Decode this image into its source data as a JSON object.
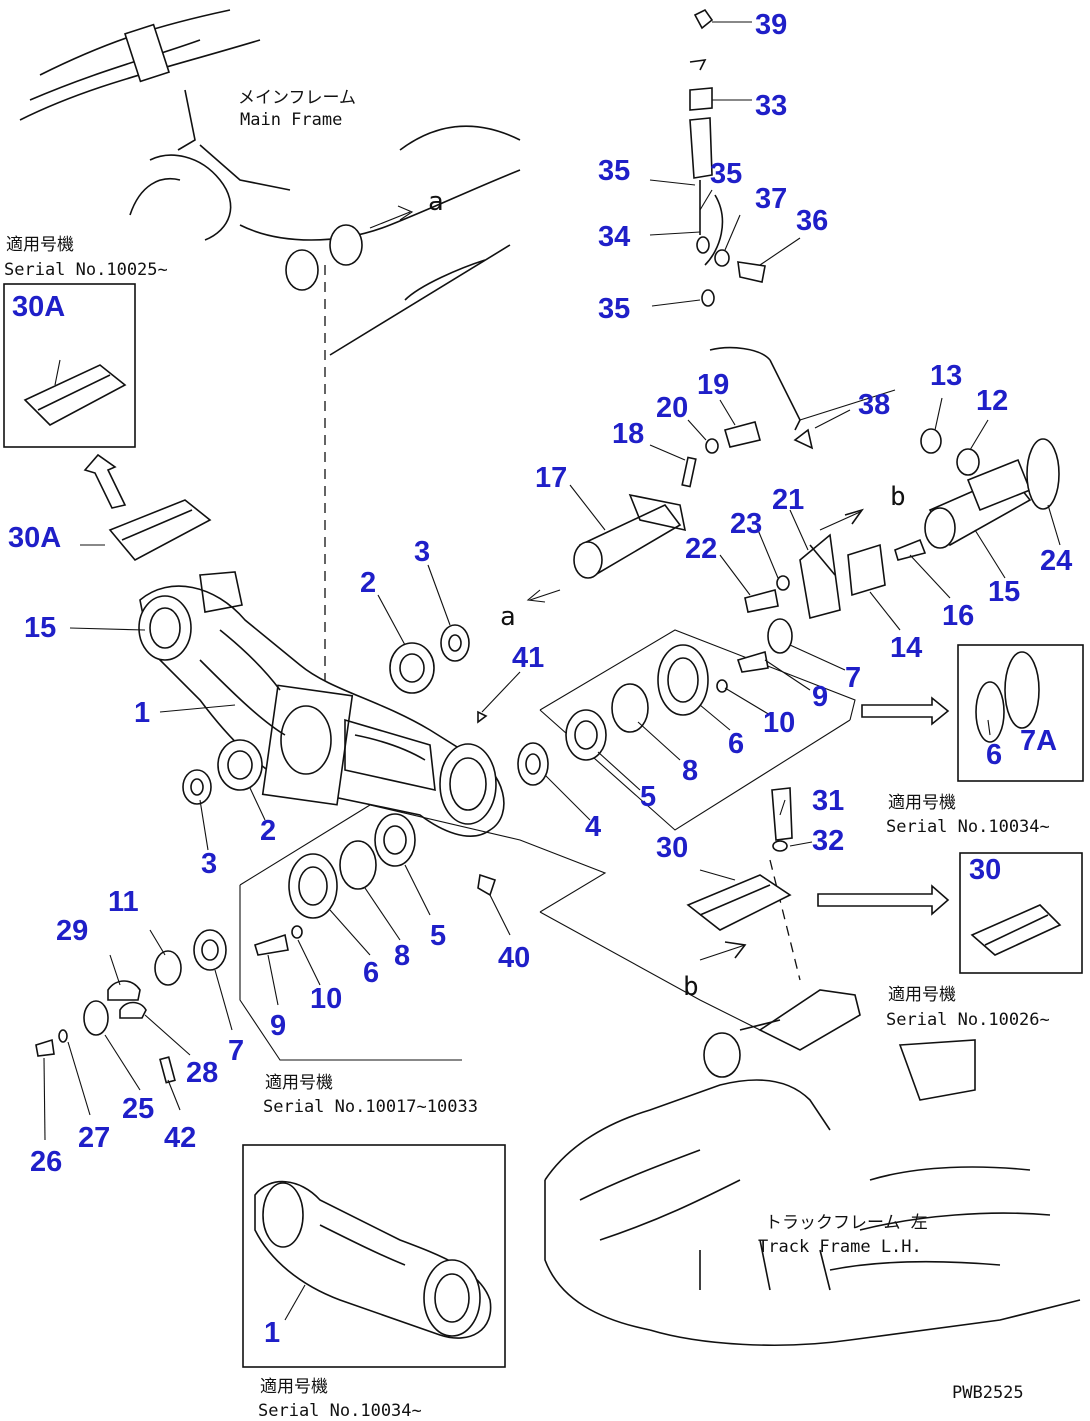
{
  "drawing_id": "PWB2525",
  "frames": {
    "main_frame_jp": "メインフレーム",
    "main_frame_en": "Main Frame",
    "track_frame_jp": "トラックフレーム 左",
    "track_frame_en": "Track Frame L.H."
  },
  "view_letters": [
    "a",
    "a",
    "b",
    "b"
  ],
  "serial_notes": [
    {
      "jp": "適用号機",
      "en": "Serial No.10025~"
    },
    {
      "jp": "適用号機",
      "en": "Serial No.10034~"
    },
    {
      "jp": "適用号機",
      "en": "Serial No.10026~"
    },
    {
      "jp": "適用号機",
      "en": "Serial No.10017~10033"
    },
    {
      "jp": "適用号機",
      "en": "Serial No.10034~"
    }
  ],
  "callouts": [
    "39",
    "33",
    "35",
    "35",
    "34",
    "37",
    "36",
    "35",
    "30A",
    "30A",
    "13",
    "12",
    "20",
    "19",
    "38",
    "18",
    "17",
    "15",
    "3",
    "2",
    "21",
    "23",
    "22",
    "24",
    "16",
    "14",
    "15",
    "41",
    "1",
    "7",
    "9",
    "10",
    "6",
    "8",
    "4",
    "5",
    "3",
    "2",
    "6",
    "7A",
    "30",
    "31",
    "32",
    "30",
    "11",
    "29",
    "5",
    "8",
    "6",
    "40",
    "10",
    "9",
    "7",
    "28",
    "25",
    "42",
    "27",
    "26",
    "1"
  ]
}
